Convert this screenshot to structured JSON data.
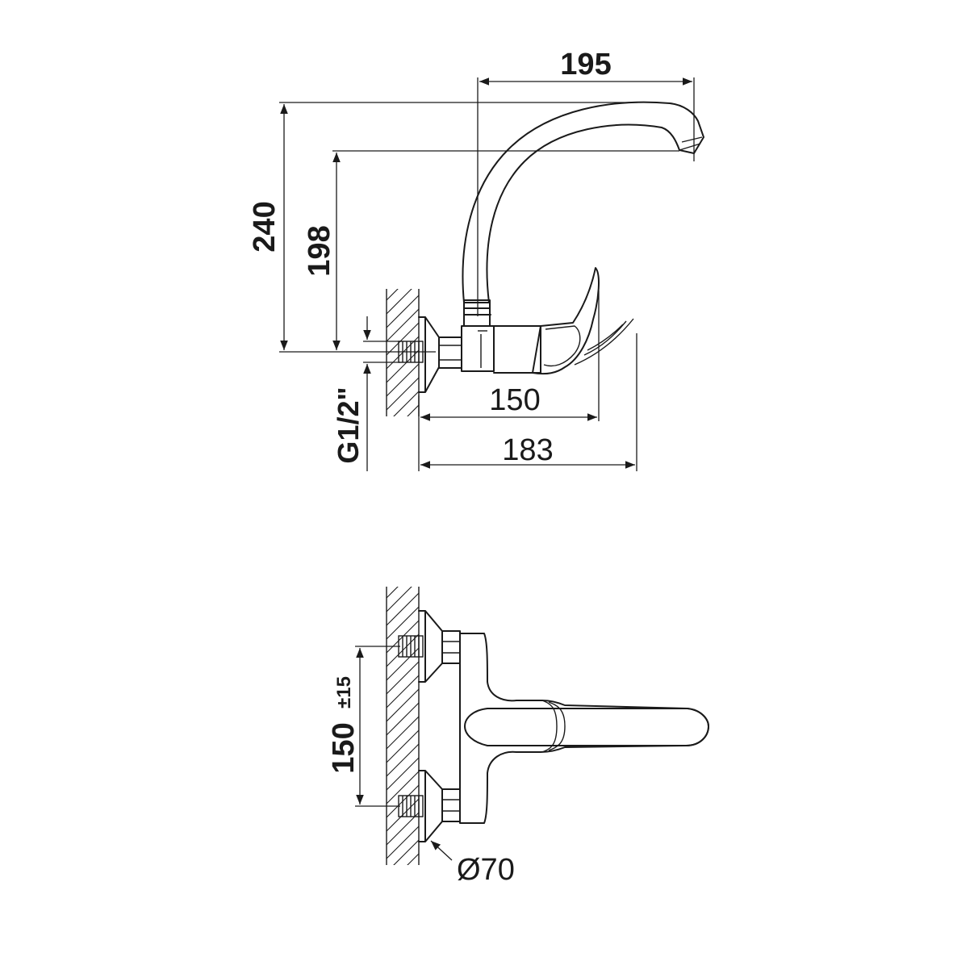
{
  "dimensions": {
    "spout_reach": "195",
    "total_height": "240",
    "spout_height": "198",
    "connection_thread": "G1/2\"",
    "handle_projection": "150",
    "overall_projection": "183",
    "center_distance": "150",
    "center_tolerance": "±15",
    "flange_diameter": "Ø70"
  }
}
